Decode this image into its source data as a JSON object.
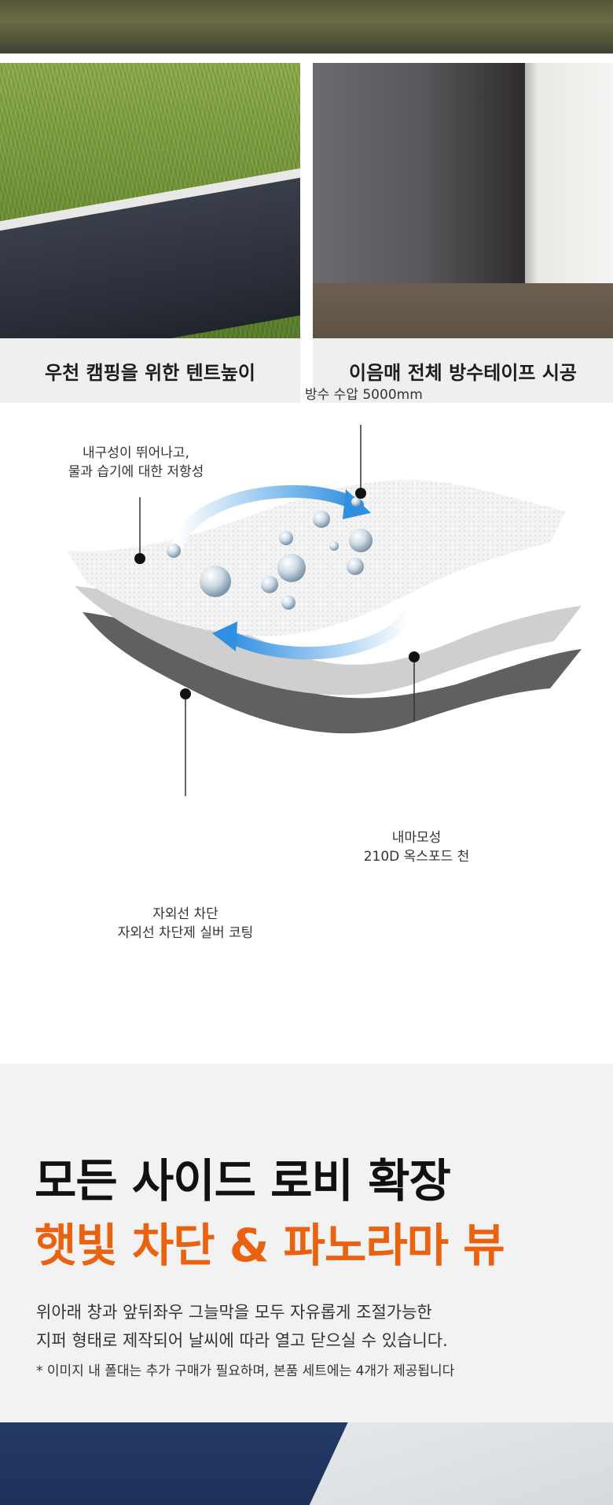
{
  "top_strip": {
    "caption": ""
  },
  "cards": [
    {
      "caption": "우천 캠핑을 위한 텐트높이"
    },
    {
      "caption": "이음매 전체 방수테이프 시공"
    }
  ],
  "fabric_diagram": {
    "label_waterproof": "방수 수압 5000mm",
    "label_durability_line1": "내구성이 뛰어나고,",
    "label_durability_line2": "물과 습기에 대한 저항성",
    "label_inner_line1": "내마모성",
    "label_inner_line2": "210D 옥스포드 천",
    "label_uv_line1": "자외선 차단",
    "label_uv_line2": "자외선 차단제 실버 코팅"
  },
  "lobby": {
    "title": "모든 사이드 로비 확장",
    "subtitle": "햇빛 차단 & 파노라마 뷰",
    "desc_line1": "위아래 창과 앞뒤좌우 그늘막을 모두 자유롭게 조절가능한",
    "desc_line2": "지퍼 형태로 제작되어 날씨에 따라 열고 닫으실 수 있습니다.",
    "note": "* 이미지 내 폴대는 추가 구매가 필요하며, 본품 세트에는 4개가 제공됩니다"
  },
  "colors": {
    "accent_orange": "#e8620f",
    "arrow_blue": "#2f8fe0",
    "section_bg": "#f2f2f2"
  }
}
